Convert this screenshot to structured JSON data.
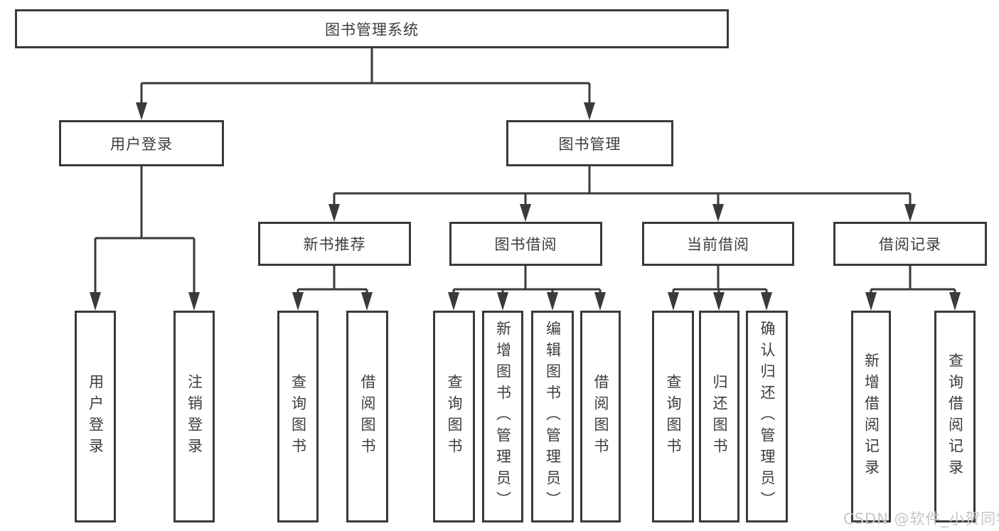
{
  "diagram": {
    "title": "图书管理系统",
    "branches": [
      {
        "label": "用户登录",
        "children": [
          {
            "label": "用户登录"
          },
          {
            "label": "注销登录"
          }
        ]
      },
      {
        "label": "图书管理",
        "children": [
          {
            "label": "新书推荐",
            "children": [
              {
                "label": "查询图书"
              },
              {
                "label": "借阅图书"
              }
            ]
          },
          {
            "label": "图书借阅",
            "children": [
              {
                "label": "查询图书"
              },
              {
                "label": "新增图书（管理员）"
              },
              {
                "label": "编辑图书（管理员）"
              },
              {
                "label": "借阅图书"
              }
            ]
          },
          {
            "label": "当前借阅",
            "children": [
              {
                "label": "查询图书"
              },
              {
                "label": "归还图书"
              },
              {
                "label": "确认归还（管理员）"
              }
            ]
          },
          {
            "label": "借阅记录",
            "children": [
              {
                "label": "新增借阅记录"
              },
              {
                "label": "查询借阅记录"
              }
            ]
          }
        ]
      }
    ]
  },
  "watermark": "CSDN @软件_小贺同学",
  "colors": {
    "line": "#3a3a3a",
    "text": "#3d3d3d",
    "box_fill": "#ffffff",
    "watermark": "#c6c6c6"
  }
}
